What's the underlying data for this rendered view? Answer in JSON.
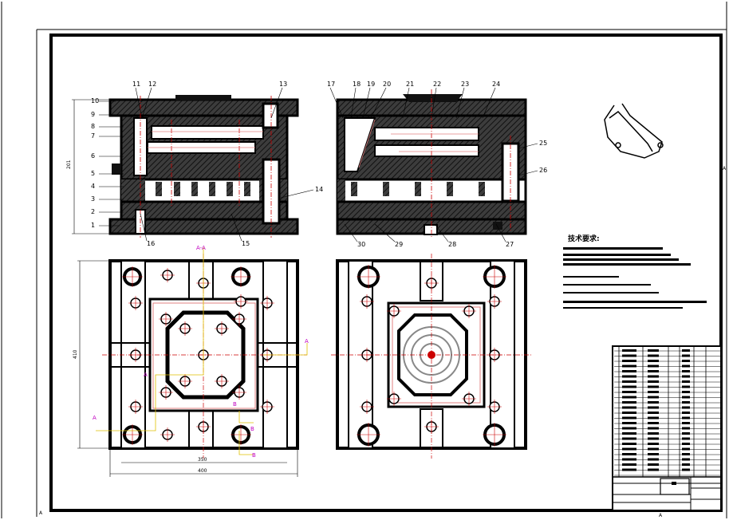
{
  "drawing": {
    "part_labels_left": [
      "1",
      "2",
      "3",
      "4",
      "5",
      "6",
      "7",
      "8",
      "9",
      "10",
      "11",
      "12",
      "13",
      "14",
      "15",
      "16"
    ],
    "part_labels_right": [
      "17",
      "18",
      "19",
      "20",
      "21",
      "22",
      "23",
      "24",
      "25",
      "26",
      "27",
      "28",
      "29",
      "30"
    ],
    "section_marks": {
      "aa": "A-A",
      "a": "A",
      "b": "B"
    },
    "tech_title": "技术要求:",
    "dims": {
      "height_side": "201",
      "plan_height": "410",
      "plan_width_inner": "350",
      "plan_width_outer": "400"
    },
    "colors": {
      "steel": "#141414",
      "hatch": "#3a3a3a",
      "center": "#cc0000",
      "section": "#c000c0",
      "dimline": "#e0c000",
      "phantom": "#e08080"
    }
  }
}
